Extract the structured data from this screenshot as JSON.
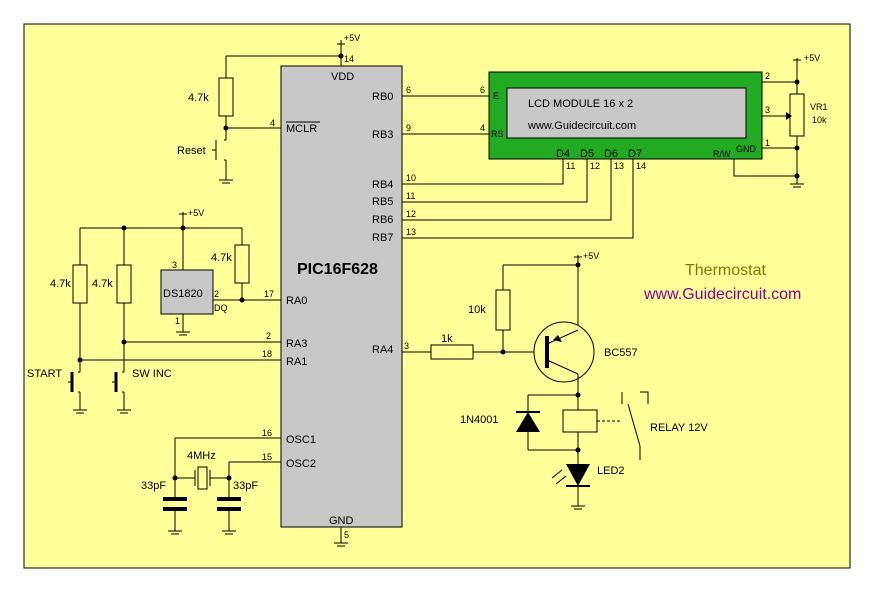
{
  "colors": {
    "background": "#ffff99",
    "chip": "#c8c8c8",
    "lcd_frame": "#22aa22",
    "lcd_screen": "#c8c8c8",
    "title": "#807800",
    "url": "#8a0099",
    "led": "#000000"
  },
  "title": {
    "thermostat": "Thermostat",
    "url": "www.Guidecircuit.com"
  },
  "mcu": {
    "name": "PIC16F628",
    "vdd": "VDD",
    "gnd": "GND",
    "mclr": "MCLR",
    "osc1": "OSC1",
    "osc2": "OSC2",
    "ra0": "RA0",
    "ra1": "RA1",
    "ra3": "RA3",
    "ra4": "RA4",
    "rb0": "RB0",
    "rb3": "RB3",
    "rb4": "RB4",
    "rb5": "RB5",
    "rb6": "RB6",
    "rb7": "RB7"
  },
  "pins": {
    "vdd": "14",
    "mclr": "4",
    "ra0": "17",
    "ra3": "2",
    "ra1": "18",
    "osc1": "16",
    "osc2": "15",
    "gnd": "5",
    "rb0": "6",
    "rb3": "9",
    "rb4": "10",
    "rb5": "11",
    "rb6": "12",
    "rb7": "13",
    "ra4": "3"
  },
  "lcd": {
    "title": "LCD MODULE 16 x 2",
    "url": "www.Guidecircuit.com",
    "e": "E",
    "rs": "RS",
    "d4": "D4",
    "d5": "D5",
    "d6": "D6",
    "d7": "D7",
    "rw": "R/W",
    "gnd": "GND",
    "pin_e": "6",
    "pin_rs": "4",
    "pin_d4": "11",
    "pin_d5": "12",
    "pin_d6": "13",
    "pin_d7": "14"
  },
  "vr1": {
    "name": "VR1",
    "value": "10k",
    "p1": "2",
    "p2": "3",
    "p3": "1",
    "supply": "+5V"
  },
  "supply": {
    "top": "+5V",
    "ds": "+5V",
    "bc": "+5V"
  },
  "components": {
    "r_mclr": "4.7k",
    "reset": "Reset",
    "ds1820": "DS1820",
    "ds_pin1": "1",
    "ds_pin2": "2",
    "ds_pin3": "3",
    "dq": "DQ",
    "r_dq": "4.7k",
    "r_start": "4.7k",
    "r_swinc": "4.7k",
    "start": "START",
    "swinc": "SW INC",
    "crystal": "4MHz",
    "c1": "33pF",
    "c2": "33pF",
    "r_base": "1k",
    "r_pull": "10k",
    "transistor": "BC557",
    "diode": "1N4001",
    "relay": "RELAY 12V",
    "led": "LED2"
  }
}
